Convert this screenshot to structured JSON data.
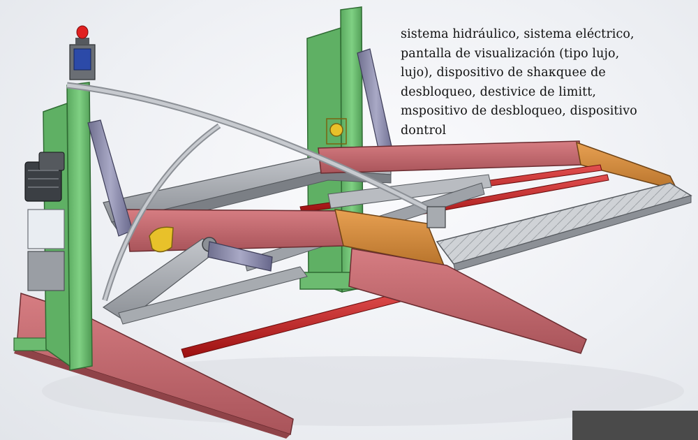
{
  "caption": {
    "lines": [
      "sistema hidráulico, sistema eléctrico,",
      "pantalla de visualización (tipo lujo,",
      "lujo), dispositivo de shaкquee de",
      "desbloqueo, destivice de limitt,",
      "mspositivo de desbloqueo, dispositivo",
      "dontrol"
    ]
  },
  "colors": {
    "post_green": "#6fbf73",
    "arm_red": "#c0646a",
    "platform_orange": "#d48a3a",
    "rod_red": "#c61c1c",
    "hydraulic_cylinder": "#8a8aa8",
    "support_gray": "#9a9ea4",
    "beacon_red": "#e02020",
    "latch_yellow": "#e8c12a"
  },
  "icons": {
    "beacon": "warning-beacon-icon",
    "display": "display-screen-icon",
    "motor": "electric-motor-icon"
  }
}
